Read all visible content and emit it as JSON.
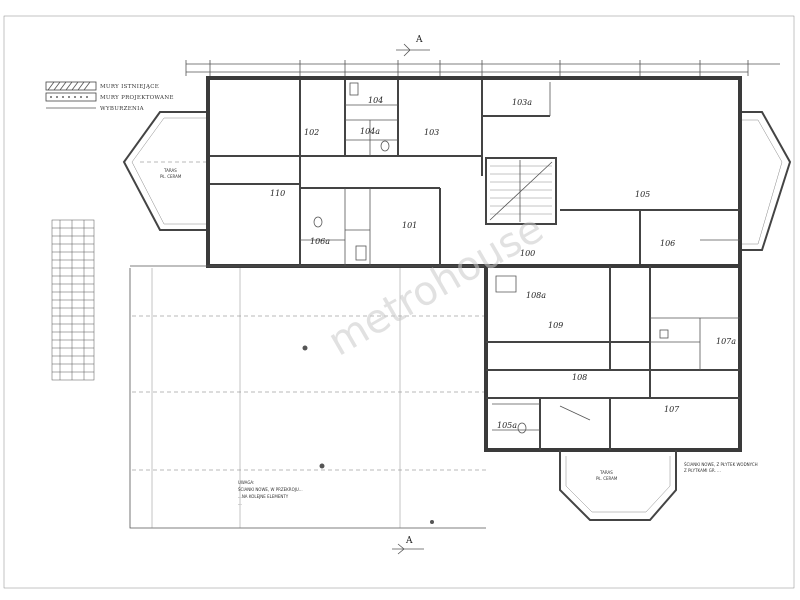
{
  "legend": {
    "items": [
      {
        "label": "MURY ISTNIEJĄCE",
        "pattern": "hatch"
      },
      {
        "label": "MURY PROJEKTOWANE",
        "pattern": "dots"
      },
      {
        "label": "WYBURZENIA",
        "pattern": "none"
      }
    ]
  },
  "section_marker": {
    "top": "A",
    "bottom": "A"
  },
  "rooms": [
    "104",
    "104a",
    "103a",
    "103",
    "102",
    "105",
    "106a",
    "101",
    "110",
    "100",
    "109",
    "108",
    "106",
    "107",
    "108a",
    "107a",
    "105a"
  ],
  "watermark": "metrohouse",
  "notes": {
    "taras_left": "TARAS",
    "taras_left_sub": "PŁ. CERAM",
    "taras_bottom": "TARAS",
    "taras_bottom_sub": "PŁ. CERAM",
    "uwagi_title": "UWAGA:",
    "uwagi_line1": "ŚCIANKI NOWE, W PRZEKROJU...",
    "uwagi_line2": "...NA KOLEJNE ELEMENTY",
    "uwagi_line3": "...",
    "right_note_1": "ŚCIANKI NOWE, Z PŁYTEK WODNYCH",
    "right_note_2": "Z PŁYTKAMI GR. ..."
  },
  "colors": {
    "wall": "#3a3a3a",
    "line": "#555555",
    "watermark": "#c9c9c9",
    "background": "#ffffff"
  }
}
